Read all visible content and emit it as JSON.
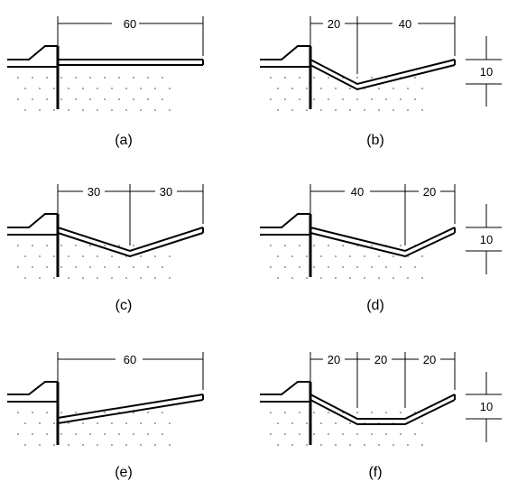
{
  "panels": [
    {
      "caption": "(a)",
      "horizontal_dims": [
        "60"
      ],
      "vertical_dim": "",
      "profile": "flat"
    },
    {
      "caption": "(b)",
      "horizontal_dims": [
        "20",
        "40"
      ],
      "vertical_dim": "10",
      "profile": "single-dip"
    },
    {
      "caption": "(c)",
      "horizontal_dims": [
        "30",
        "30"
      ],
      "vertical_dim": "",
      "profile": "single-dip"
    },
    {
      "caption": "(d)",
      "horizontal_dims": [
        "40",
        "20"
      ],
      "vertical_dim": "10",
      "profile": "single-dip"
    },
    {
      "caption": "(e)",
      "horizontal_dims": [
        "60"
      ],
      "vertical_dim": "",
      "profile": "slope"
    },
    {
      "caption": "(f)",
      "horizontal_dims": [
        "20",
        "20",
        "20"
      ],
      "vertical_dim": "10",
      "profile": "flat-bottom"
    }
  ],
  "colors": {
    "ink": "#000000",
    "background": "#ffffff"
  }
}
